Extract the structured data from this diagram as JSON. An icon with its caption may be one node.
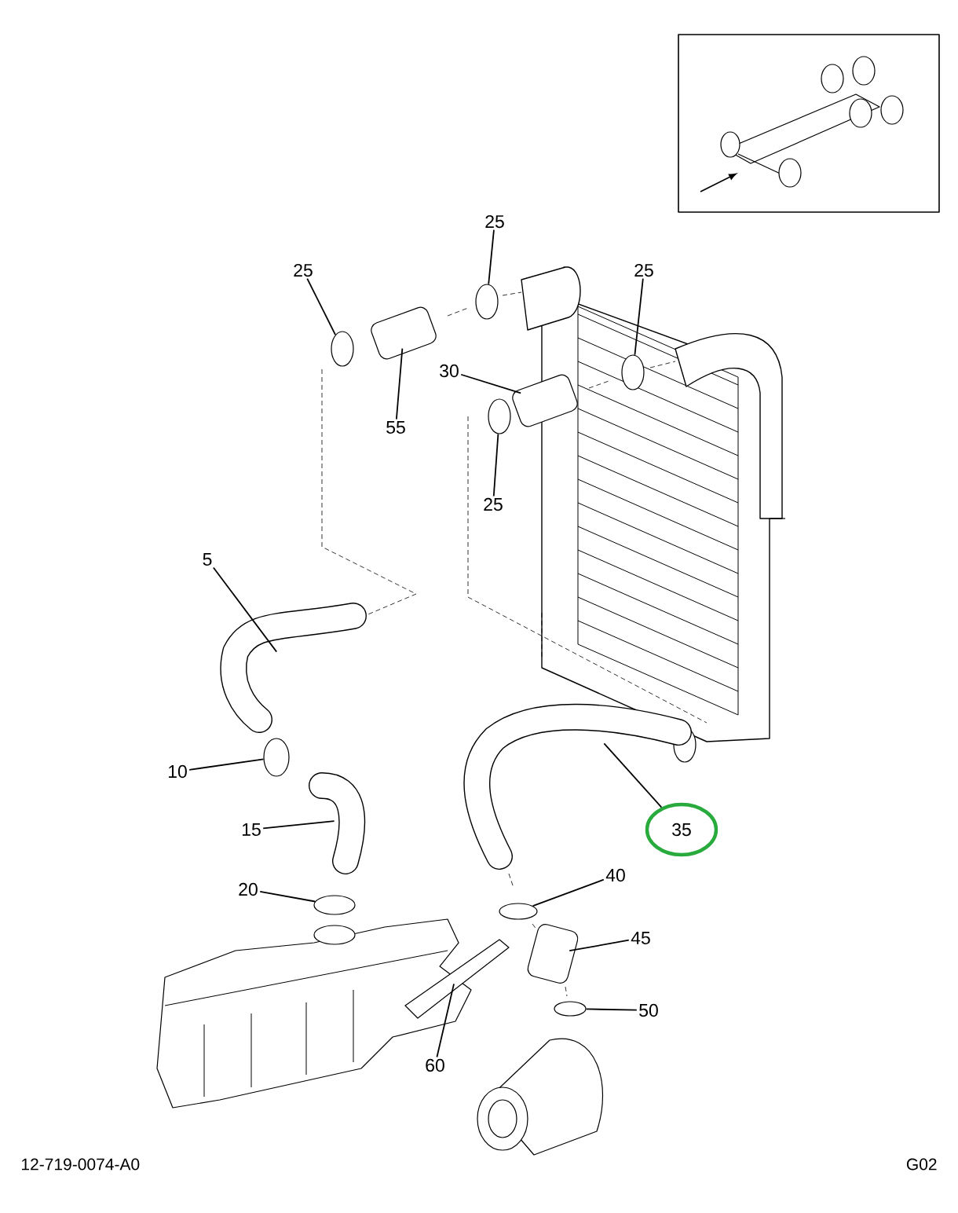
{
  "diagram": {
    "nodes": [
      {
        "text": [
          "25"
        ]
      },
      {
        "text": [],
        "shape": "ring"
      },
      {
        "text": [
          "55"
        ]
      },
      {
        "text": [],
        "shape": "cylinder"
      },
      {
        "text": [
          "25"
        ]
      },
      {
        "text": [],
        "shape": "ring"
      },
      {
        "text": [
          "25"
        ]
      },
      {
        "text": [],
        "shape": "ring"
      },
      {
        "text": [
          "30"
        ]
      },
      {
        "text": [],
        "shape": "cylinder"
      },
      {
        "text": [
          "25"
        ]
      },
      {
        "text": [],
        "shape": "ring"
      },
      {
        "text": [
          "5"
        ]
      },
      {
        "text": [],
        "shape": "hose"
      },
      {
        "text": [
          "10"
        ]
      },
      {
        "text": [],
        "shape": "ring"
      },
      {
        "text": [
          "15"
        ]
      },
      {
        "text": [],
        "shape": "hose"
      },
      {
        "text": [
          "20"
        ]
      },
      {
        "text": [],
        "shape": "ring"
      },
      {
        "text": [
          "35"
        ]
      },
      {
        "text": [],
        "shape": "hose"
      },
      {
        "text": [
          "40"
        ]
      },
      {
        "text": [],
        "shape": "ring"
      },
      {
        "text": [
          "45"
        ]
      },
      {
        "text": [],
        "shape": "cylinder"
      },
      {
        "text": [
          "50"
        ]
      },
      {
        "text": [],
        "shape": "ring"
      },
      {
        "text": [
          "60"
        ]
      },
      {
        "text": [],
        "shape": "bracket"
      }
    ],
    "edges": [
      {
        "from": 0,
        "to": 1,
        "arrow": "none"
      },
      {
        "from": 2,
        "to": 3,
        "arrow": "none"
      },
      {
        "from": 4,
        "to": 5,
        "arrow": "none"
      },
      {
        "from": 6,
        "to": 7,
        "arrow": "none"
      },
      {
        "from": 8,
        "to": 9,
        "arrow": "none"
      },
      {
        "from": 10,
        "to": 11,
        "arrow": "none"
      },
      {
        "from": 12,
        "to": 13,
        "arrow": "none"
      },
      {
        "from": 14,
        "to": 15,
        "arrow": "none"
      },
      {
        "from": 16,
        "to": 17,
        "arrow": "none"
      },
      {
        "from": 18,
        "to": 19,
        "arrow": "none"
      },
      {
        "from": 20,
        "to": 21,
        "arrow": "none"
      },
      {
        "from": 22,
        "to": 23,
        "arrow": "none"
      },
      {
        "from": 24,
        "to": 25,
        "arrow": "none"
      },
      {
        "from": 26,
        "to": 27,
        "arrow": "none"
      },
      {
        "from": 28,
        "to": 29,
        "arrow": "none"
      }
    ],
    "labels": [
      "12-719-0074-A0",
      "G02"
    ]
  }
}
